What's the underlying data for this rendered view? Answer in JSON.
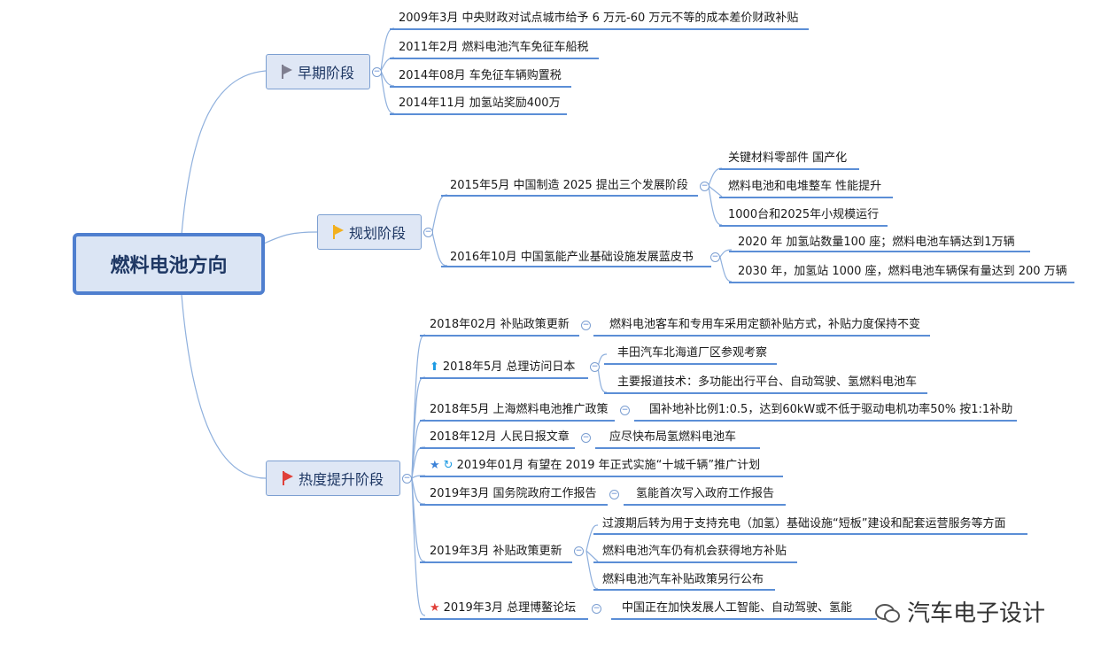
{
  "root": {
    "label": "燃料电池方向"
  },
  "early": {
    "label": "早期阶段",
    "items": [
      "2009年3月 中央财政对试点城市给予 6 万元-60 万元不等的成本差价财政补贴",
      "2011年2月 燃料电池汽车免征车船税",
      "2014年08月 车免征车辆购置税",
      "2014年11月 加氢站奖励400万"
    ]
  },
  "plan": {
    "label": "规划阶段",
    "a": {
      "label": "2015年5月 中国制造 2025 提出三个发展阶段",
      "children": [
        "关键材料零部件 国产化",
        "燃料电池和电堆整车 性能提升",
        "1000台和2025年小规模运行"
      ]
    },
    "b": {
      "label": "2016年10月  中国氢能产业基础设施发展蓝皮书",
      "children": [
        "2020 年 加氢站数量100 座；燃料电池车辆达到1万辆",
        "2030 年，加氢站 1000 座，燃料电池车辆保有量达到 200 万辆"
      ]
    }
  },
  "heat": {
    "label": "热度提升阶段",
    "i1": {
      "label": "2018年02月 补贴政策更新",
      "children": [
        "燃料电池客车和专用车采用定额补贴方式，补贴力度保持不变"
      ]
    },
    "i2": {
      "label": "2018年5月 总理访问日本",
      "children": [
        "丰田汽车北海道厂区参观考察",
        "主要报道技术：多功能出行平台、自动驾驶、氢燃料电池车"
      ]
    },
    "i3": {
      "label": "2018年5月 上海燃料电池推广政策",
      "children": [
        "国补地补比例1:0.5，达到60kW或不低于驱动电机功率50% 按1:1补助"
      ]
    },
    "i4": {
      "label": "2018年12月 人民日报文章",
      "children": [
        "应尽快布局氢燃料电池车"
      ]
    },
    "i5": {
      "label": "2019年01月 有望在 2019 年正式实施“十城千辆”推广计划"
    },
    "i6": {
      "label": "2019年3月 国务院政府工作报告",
      "children": [
        "氢能首次写入政府工作报告"
      ]
    },
    "i7": {
      "label": "2019年3月 补贴政策更新",
      "children": [
        "过渡期后转为用于支持充电（加氢）基础设施“短板”建设和配套运营服务等方面",
        "燃料电池汽车仍有机会获得地方补贴",
        "燃料电池汽车补贴政策另行公布"
      ]
    },
    "i8": {
      "label": "2019年3月  总理博鳌论坛",
      "children": [
        "中国正在加快发展人工智能、自动驾驶、氢能"
      ]
    }
  },
  "watermark": {
    "text": "汽车电子设计"
  },
  "colors": {
    "connector": "#8fb0dd",
    "underline": "#5b8ed6",
    "root_border": "#4f7fcf",
    "flag_gray": "#7f7f90",
    "flag_yellow": "#f2b01e",
    "flag_red": "#e0403a",
    "arrow_blue": "#1e9be3",
    "star_blue": "#3b82d8",
    "star_red": "#e0403a"
  }
}
